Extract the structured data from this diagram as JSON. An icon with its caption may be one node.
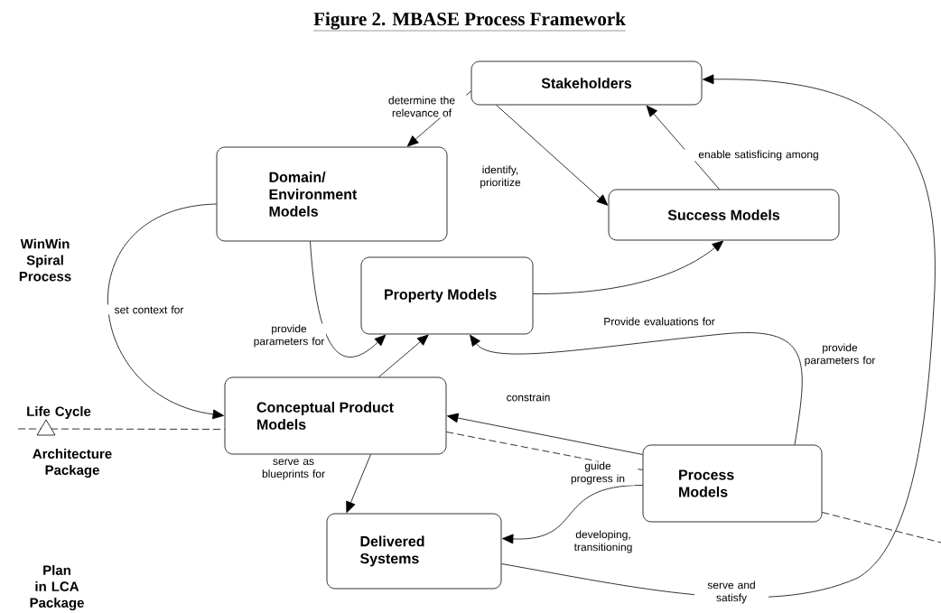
{
  "diagram": {
    "title": "Figure 2.  MBASE Process Framework",
    "nodes": [
      {
        "text": [
          "Stakeholders"
        ]
      },
      {
        "text": [
          "Domain/ Environment Models"
        ]
      },
      {
        "text": [
          "Success Models"
        ]
      },
      {
        "text": [
          "Property Models"
        ]
      },
      {
        "text": [
          "Conceptual Product Models"
        ]
      },
      {
        "text": [
          "Process Models"
        ]
      },
      {
        "text": [
          "Delivered Systems"
        ]
      }
    ],
    "edges": [
      {
        "from": 0,
        "to": 1,
        "arrow": "to",
        "label": "determine the relevance of"
      },
      {
        "from": 0,
        "to": 2,
        "arrow": "to",
        "label": "identify, prioritize"
      },
      {
        "from": 2,
        "to": 0,
        "arrow": "to",
        "label": "enable satisficing among"
      },
      {
        "from": 3,
        "to": 2,
        "arrow": "to"
      },
      {
        "from": 1,
        "to": 4,
        "arrow": "to",
        "label": "set context for"
      },
      {
        "from": 1,
        "to": 3,
        "arrow": "to",
        "label": "provide parameters for"
      },
      {
        "from": 4,
        "to": 3,
        "arrow": "to"
      },
      {
        "from": 5,
        "to": 3,
        "arrow": "to",
        "label": "Provide evaluations for"
      },
      {
        "from": 5,
        "to": 4,
        "arrow": "to",
        "label": "constrain"
      },
      {
        "from": 5,
        "to": 6,
        "arrow": "to",
        "label": "guide progress in"
      },
      {
        "from": 4,
        "to": 6,
        "arrow": "to",
        "label": "serve as blueprints for"
      },
      {
        "from": 6,
        "to": 0,
        "arrow": "to",
        "label": "serve and satisfy"
      },
      {
        "from": null,
        "to": 4,
        "arrow": "none",
        "style": "dashed"
      },
      {
        "from": 4,
        "to": 5,
        "arrow": "none",
        "style": "dashed"
      },
      {
        "from": 5,
        "to": null,
        "arrow": "none",
        "style": "dashed"
      }
    ],
    "labels": [
      "WinWin Spiral Process",
      "Life Cycle",
      "Architecture Package",
      "Plan in LCA Package",
      "provide parameters for",
      "developing, transitioning"
    ]
  }
}
